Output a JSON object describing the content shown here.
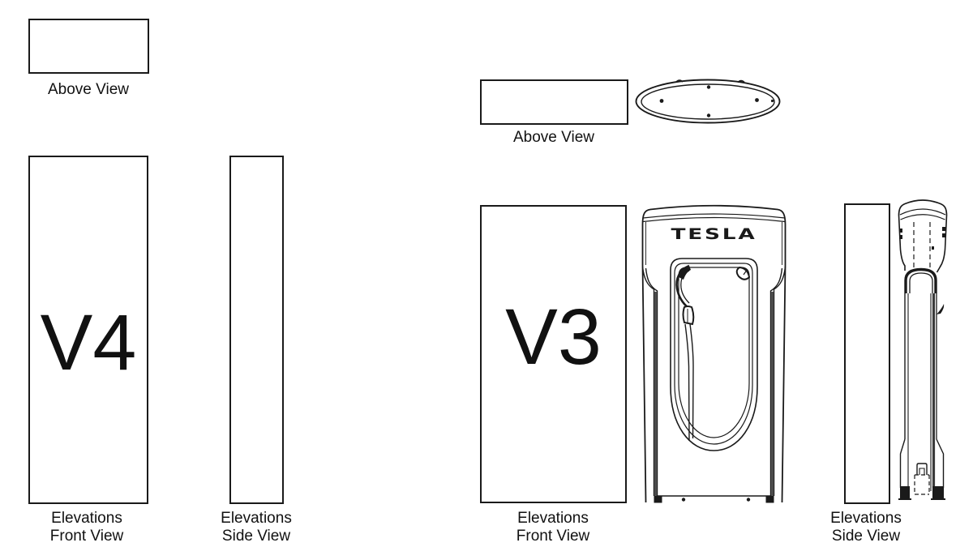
{
  "colors": {
    "ink": "#1a1a1a",
    "background": "#ffffff",
    "shade_dark": "#454545"
  },
  "v4": {
    "designator": "V4",
    "above_label": "Above View",
    "front_label": {
      "line1": "Elevations",
      "line2": "Front View"
    },
    "side_label": {
      "line1": "Elevations",
      "line2": "Side View"
    }
  },
  "v3": {
    "designator": "V3",
    "logo": "TESLA",
    "above_label": "Above View",
    "front_label": {
      "line1": "Elevations",
      "line2": "Front View"
    },
    "side_label": {
      "line1": "Elevations",
      "line2": "Side View"
    }
  }
}
